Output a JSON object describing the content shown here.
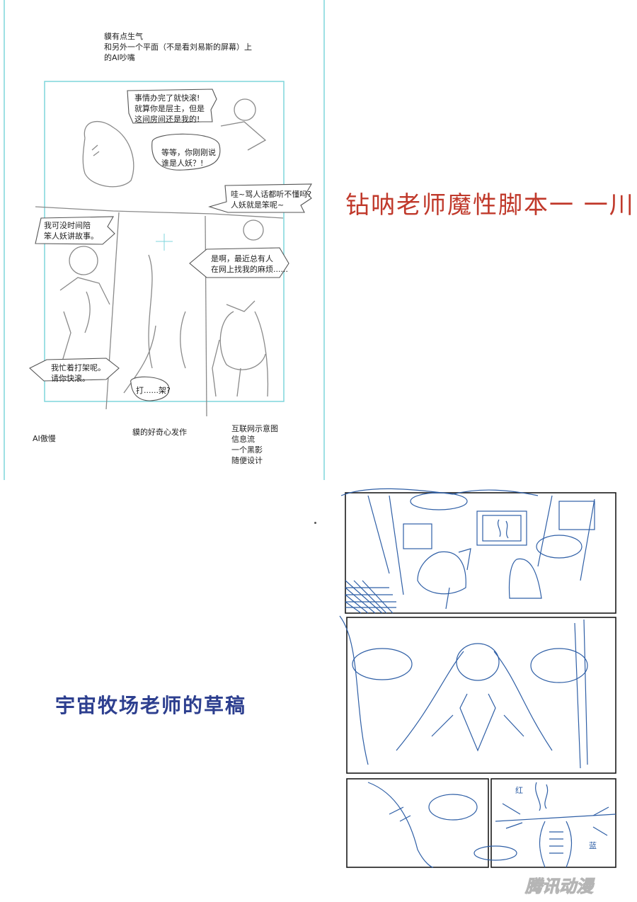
{
  "left_page": {
    "top_note": [
      "貘有点生气",
      "和另外一个平面（不是看刘易斯的屏幕）上",
      "的AI吵嘴"
    ],
    "bubbles": [
      {
        "lines": [
          "事情办完了就快滚!",
          "就算你是层主，但是",
          "这间房间还是我的!"
        ]
      },
      {
        "lines": [
          "等等，你刚刚说",
          "谁是人妖？!"
        ]
      },
      {
        "lines": [
          "哇~骂人话都听不懂吗?",
          "人妖就是笨呢~"
        ]
      },
      {
        "lines": [
          "我可没时间陪",
          "笨人妖讲故事。"
        ]
      },
      {
        "lines": [
          "是啊，最近总有人",
          "在网上找我的麻烦......"
        ]
      },
      {
        "lines": [
          "我忙着打架呢。",
          "请你快滚。"
        ]
      },
      {
        "lines": [
          "打......架?"
        ]
      }
    ],
    "captions": {
      "ai_arrogant": "AI傲慢",
      "curiosity": "貘的好奇心发作",
      "diagram_notes": [
        "互联网示意图",
        "信息流",
        "一个黑影",
        "随便设计"
      ]
    }
  },
  "right_title": "钻呐老师魔性脚本一 一川",
  "left_title": "宇宙牧场老师的草稿",
  "storyboard_sfx": [
    "红",
    "蓝"
  ],
  "watermark": "腾讯动漫",
  "colors": {
    "guide_cyan": "#7fd6dc",
    "pencil": "#8a8a8a",
    "ink_blue": "#2f5fa6",
    "title_red": "#c0392b",
    "title_blue": "#2d3f8f"
  }
}
